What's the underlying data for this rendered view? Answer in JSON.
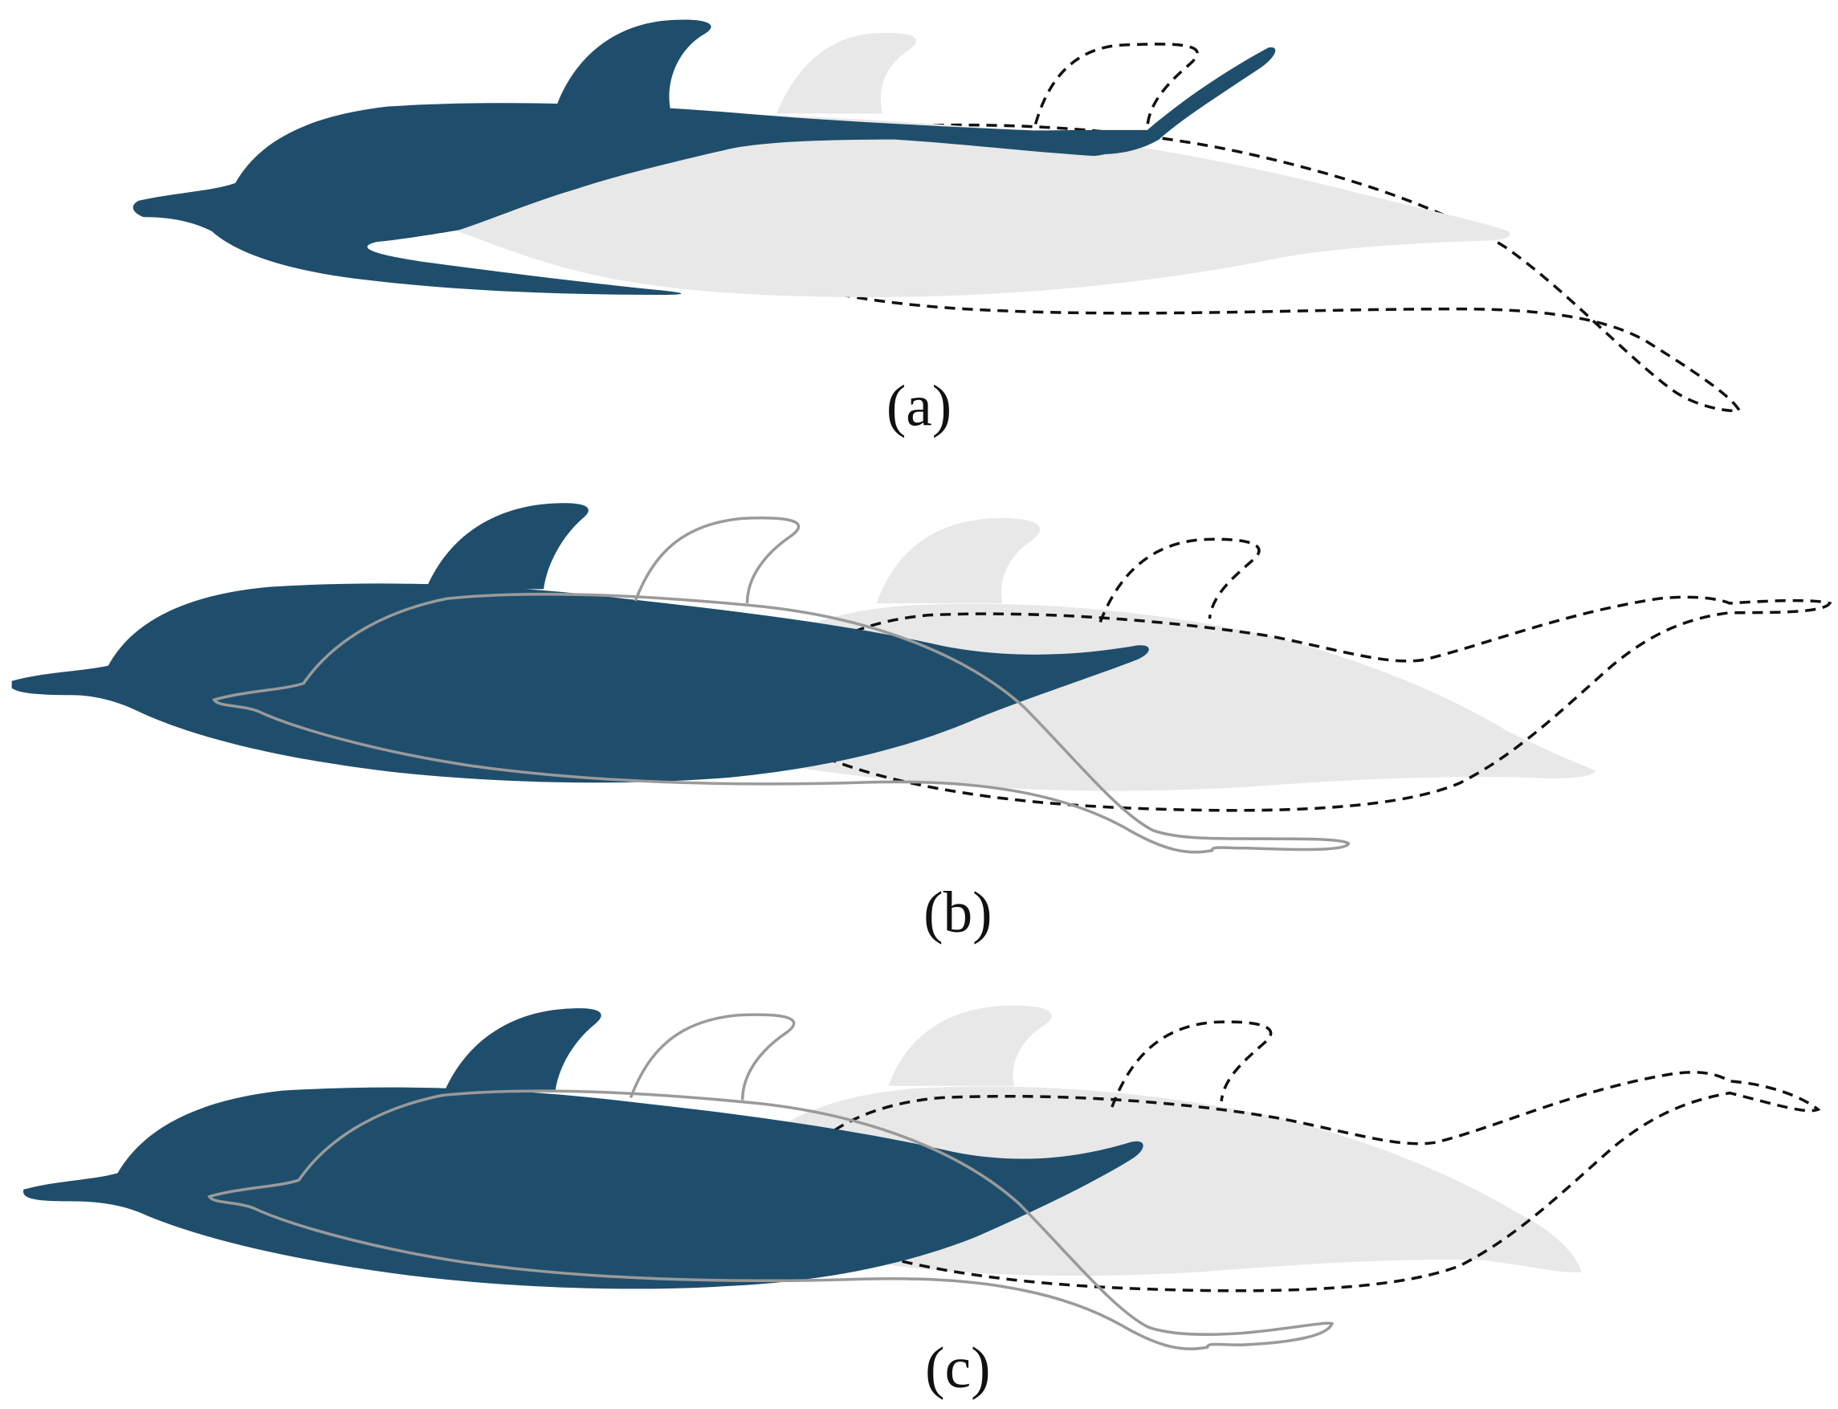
{
  "panels": [
    {
      "label": "(a)"
    },
    {
      "label": "(b)"
    },
    {
      "label": "(c)"
    }
  ],
  "colors": {
    "dark_body": "#1f4e6c",
    "light_body": "#e8e8e8",
    "solid_outline": "#9a9a9a",
    "dashed_outline": "#111111"
  }
}
